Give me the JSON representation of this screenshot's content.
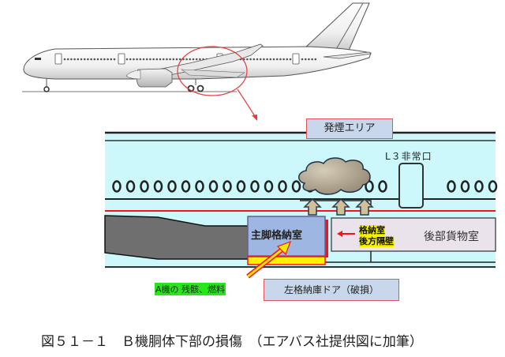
{
  "figure": {
    "caption": "図５１－１　Ｂ機胴体下部の損傷　（エアバス社提供図に加筆）",
    "aircraft_side_view": "Airbus A350 side profile",
    "detail_view": {
      "smoke_area_label": "発煙エリア",
      "emergency_exit_label": "L３非常口",
      "main_gear_bay_label": "主脚格納室",
      "bulkhead_label_line1": "格納室",
      "bulkhead_label_line2": "後方隔壁",
      "aft_cargo_label": "後部貨物室",
      "debris_label": "A機の 残骸、燃料",
      "door_label": "左格納庫ドア（破損）"
    },
    "colors": {
      "cabin": "#ccf8fc",
      "highlight_red": "#ff1010",
      "gear_bay": "#9db6e2",
      "debris_body": "#707070",
      "smoke": "#b8ad98",
      "arrow_up": "#cfc09a",
      "yellow_band": "#fff200",
      "green_label": "#28e61a"
    }
  }
}
